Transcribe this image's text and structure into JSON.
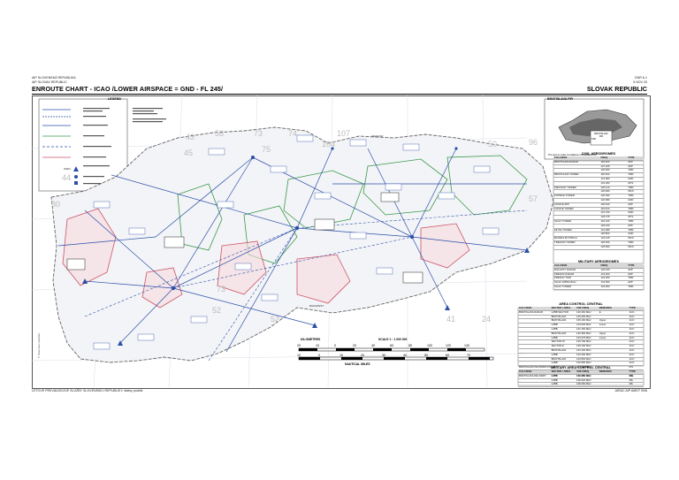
{
  "header": {
    "left_line1": "AIP SLOVENSKÁ REPUBLIKA",
    "left_line2": "AIP SLOVAK REPUBLIC",
    "right_line1": "ENR 6-1",
    "right_line2": "5 NOV 20"
  },
  "title": {
    "main": "ENROUTE CHART - ICAO /LOWER AIRSPACE = GND - FL 245/",
    "country": "SLOVAK REPUBLIC"
  },
  "legend": {
    "title": "LEGEND"
  },
  "inset": {
    "title": "BRATISLAVA FIR",
    "label_fir": "FIR",
    "label_box": "BRATISLAVA FIR",
    "note": "The area is under surveillance of Bratislava FIR"
  },
  "civil_aerodromes": {
    "title": "CIVIL AERODROMES",
    "columns": [
      "CALLSIGN",
      "FREQ",
      "TYPE"
    ],
    "rows": [
      [
        "BRATISLAVA RADAR",
        "118.300",
        "APP"
      ],
      [
        "",
        "127.105",
        "APP"
      ],
      [
        "",
        "120.500",
        "TWR"
      ],
      [
        "BRATISLAVA TOWER",
        "118.300",
        "TWR"
      ],
      [
        "",
        "121.900",
        "GND"
      ],
      [
        "",
        "131.300",
        "ATIS"
      ],
      [
        "PIESTANY TOWER",
        "126.110",
        "TWR"
      ],
      [
        "",
        "120.660",
        "INFO"
      ],
      [
        "POPRAD TOWER",
        "120.300",
        "TWR"
      ],
      [
        "",
        "122.900",
        "GND"
      ],
      [
        "KOSICE APP",
        "120.510",
        "APP"
      ],
      [
        "KOSICE TOWER",
        "119.010",
        "TWR"
      ],
      [
        "",
        "121.700",
        "GND"
      ],
      [
        "",
        "126.475",
        "ATIS"
      ],
      [
        "SLIAC TOWER",
        "119.100",
        "TWR"
      ],
      [
        "",
        "126.100",
        "APP"
      ],
      [
        "ZILINA TOWER",
        "121.480",
        "TWR"
      ],
      [
        "",
        "118.860",
        "GND"
      ],
      [
        "BANSKA BYSTRICA",
        "124.125",
        "INFO"
      ],
      [
        "TRENCIN TOWER",
        "118.250",
        "TWR"
      ],
      [
        "",
        "126.500",
        "INFO"
      ]
    ]
  },
  "military_aerodromes": {
    "title": "MILITARY AERODROMES",
    "columns": [
      "CALLSIGN",
      "FREQ",
      "TYPE"
    ],
    "rows": [
      [
        "MALACKY RADAR",
        "122.100",
        "APP"
      ],
      [
        "PRESOV RADAR",
        "123.200",
        "APP"
      ],
      [
        "PRESOV TWR",
        "122.200",
        "TWR"
      ],
      [
        "SLIAC APPROACH",
        "131.500",
        "APP"
      ],
      [
        "SLIAC TOWER",
        "124.300",
        "TWR"
      ]
    ]
  },
  "area_control": {
    "title": "AREA CONTROL CENTRAL",
    "columns": [
      "CALLSIGN",
      "SECTOR / AREA",
      "VHF FREQ",
      "REMARKS",
      "TYPE"
    ],
    "rows": [
      [
        "BRATISLAVA RADAR",
        "LZBB SECTOR",
        "120.360 MHz",
        "E",
        "ACC"
      ],
      [
        "",
        "BRATISLAVA",
        "133.250 MHz",
        "",
        "ACC"
      ],
      [
        "",
        "BRATISLAVA",
        "135.160 MHz",
        "Upper",
        "ACC"
      ],
      [
        "",
        "LZBB",
        "124.030 MHz",
        "Lower",
        "ACC"
      ],
      [
        "",
        "LZBB",
        "132.150 MHz",
        "",
        "ACC"
      ],
      [
        "",
        "BRATISLAVA",
        "120.360 MHz",
        "Upper",
        "ACC"
      ],
      [
        "",
        "LZBB",
        "134.275 MHz",
        "Lower",
        "ACC"
      ],
      [
        "",
        "SECTOR W",
        "125.700 MHz",
        "",
        "ACC"
      ],
      [
        "",
        "SECTOR E",
        "128.100 MHz",
        "",
        "ACC"
      ],
      [
        "",
        "BRATISLAVA",
        "134.100 MHz",
        "",
        "ACC"
      ],
      [
        "",
        "LZBB",
        "133.200 MHz",
        "",
        "ACC"
      ],
      [
        "",
        "BRATISLAVA",
        "120.800 MHz",
        "",
        "ACC"
      ],
      [
        "",
        "LZBB",
        "126.950 MHz",
        "",
        "ACC"
      ],
      [
        "BRATISLAVA INFORMATION",
        "LZBB",
        "124.300 MHz",
        "",
        "FIS"
      ],
      [
        "",
        "LZBB",
        "131.050 MHz",
        "",
        "FIS"
      ],
      [
        "BRATISLAVA DELIVERY",
        "LZBB",
        "119.480 MHz",
        "",
        "DEL"
      ]
    ]
  },
  "military_area_control": {
    "title": "MILITARY AREA CONTROL CENTRAL",
    "columns": [
      "CALLSIGN",
      "SECTOR / AREA",
      "VHF FREQ",
      "REMARKS",
      "TYPE"
    ],
    "rows": [
      [
        "",
        "LZBB",
        "133.450 MHz",
        "",
        "MIL"
      ],
      [
        "",
        "LZBB",
        "136.020 MHz",
        "",
        "MIL"
      ],
      [
        "",
        "LZBB",
        "138.250 MHz",
        "",
        "MIL"
      ]
    ]
  },
  "scale": {
    "title": "SCALE 1 : 1 000 000",
    "km_label": "KILOMETRES",
    "nm_label": "NAUTICAL MILES",
    "km_ticks": [
      "20",
      "10",
      "0",
      "20",
      "40",
      "60",
      "80",
      "100",
      "120",
      "140"
    ],
    "nm_ticks": [
      "10",
      "0",
      "10",
      "20",
      "30",
      "40",
      "50",
      "60",
      "70"
    ]
  },
  "grid_numbers": [
    "58",
    "73",
    "75",
    "74",
    "104",
    "107",
    "50",
    "52",
    "41",
    "24",
    "44",
    "30",
    "43",
    "45",
    "96",
    "57",
    "73",
    "52"
  ],
  "place_labels": {
    "vienna": "WIEN",
    "budapest": "BUDAPEST",
    "krakow": "KRAKOW"
  },
  "footer": {
    "left": "LETOVÉ PREVÁDZKOVÉ SLUŽBY SLOVENSKEJ REPUBLIKY, štátny podnik",
    "right": "AIRAC AIP AMDT 9/06"
  },
  "side_note": "© Slovenska republika",
  "colors": {
    "route_blue": "#2b4fa8",
    "cta_green": "#3a9a4a",
    "restricted_red": "#cc5566",
    "border_gray": "#666666",
    "grid_line": "#d8dde8"
  }
}
